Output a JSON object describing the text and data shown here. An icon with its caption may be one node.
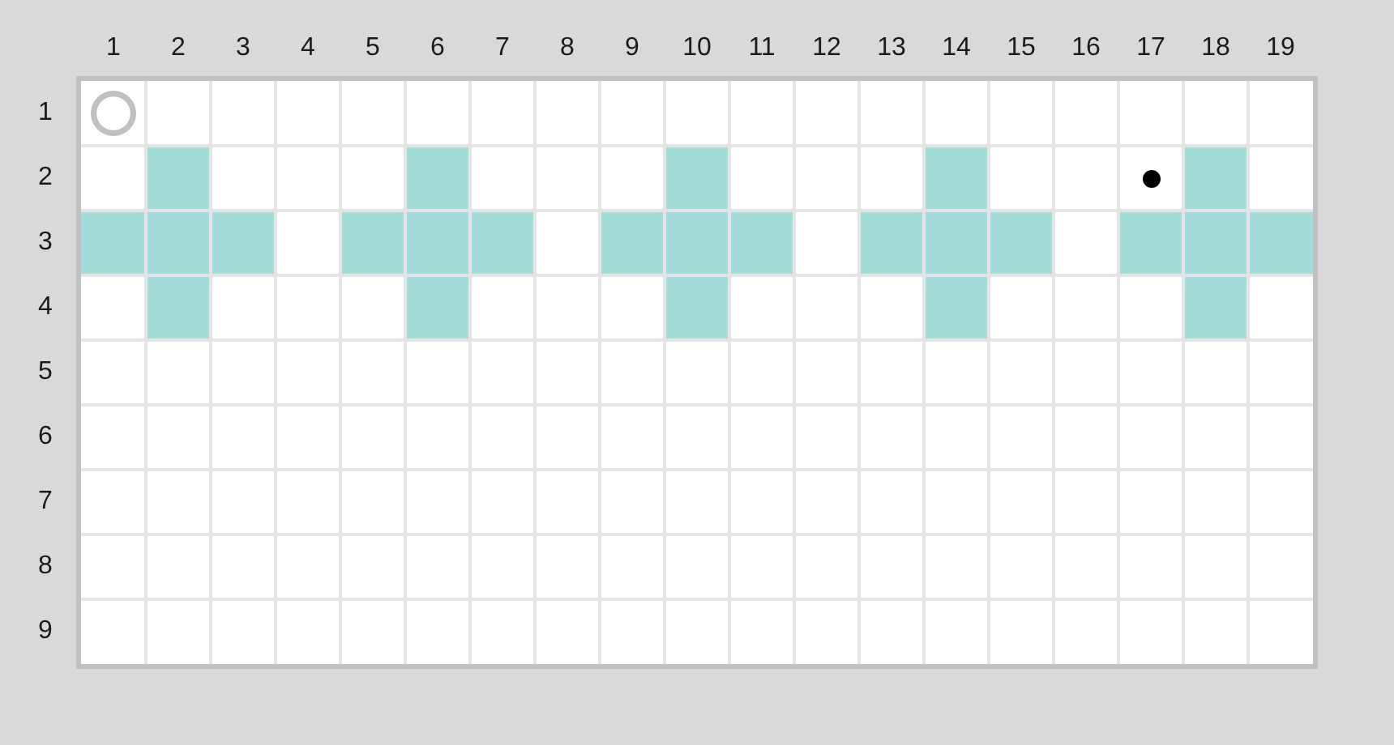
{
  "diagram": {
    "labels": [
      "1",
      "2",
      "3",
      "4",
      "5",
      "6",
      "7",
      "8",
      "9",
      "10",
      "11",
      "12",
      "13",
      "14",
      "15",
      "16",
      "17",
      "18",
      "19",
      "1",
      "2",
      "3",
      "4",
      "5",
      "6",
      "7",
      "8",
      "9"
    ]
  }
}
